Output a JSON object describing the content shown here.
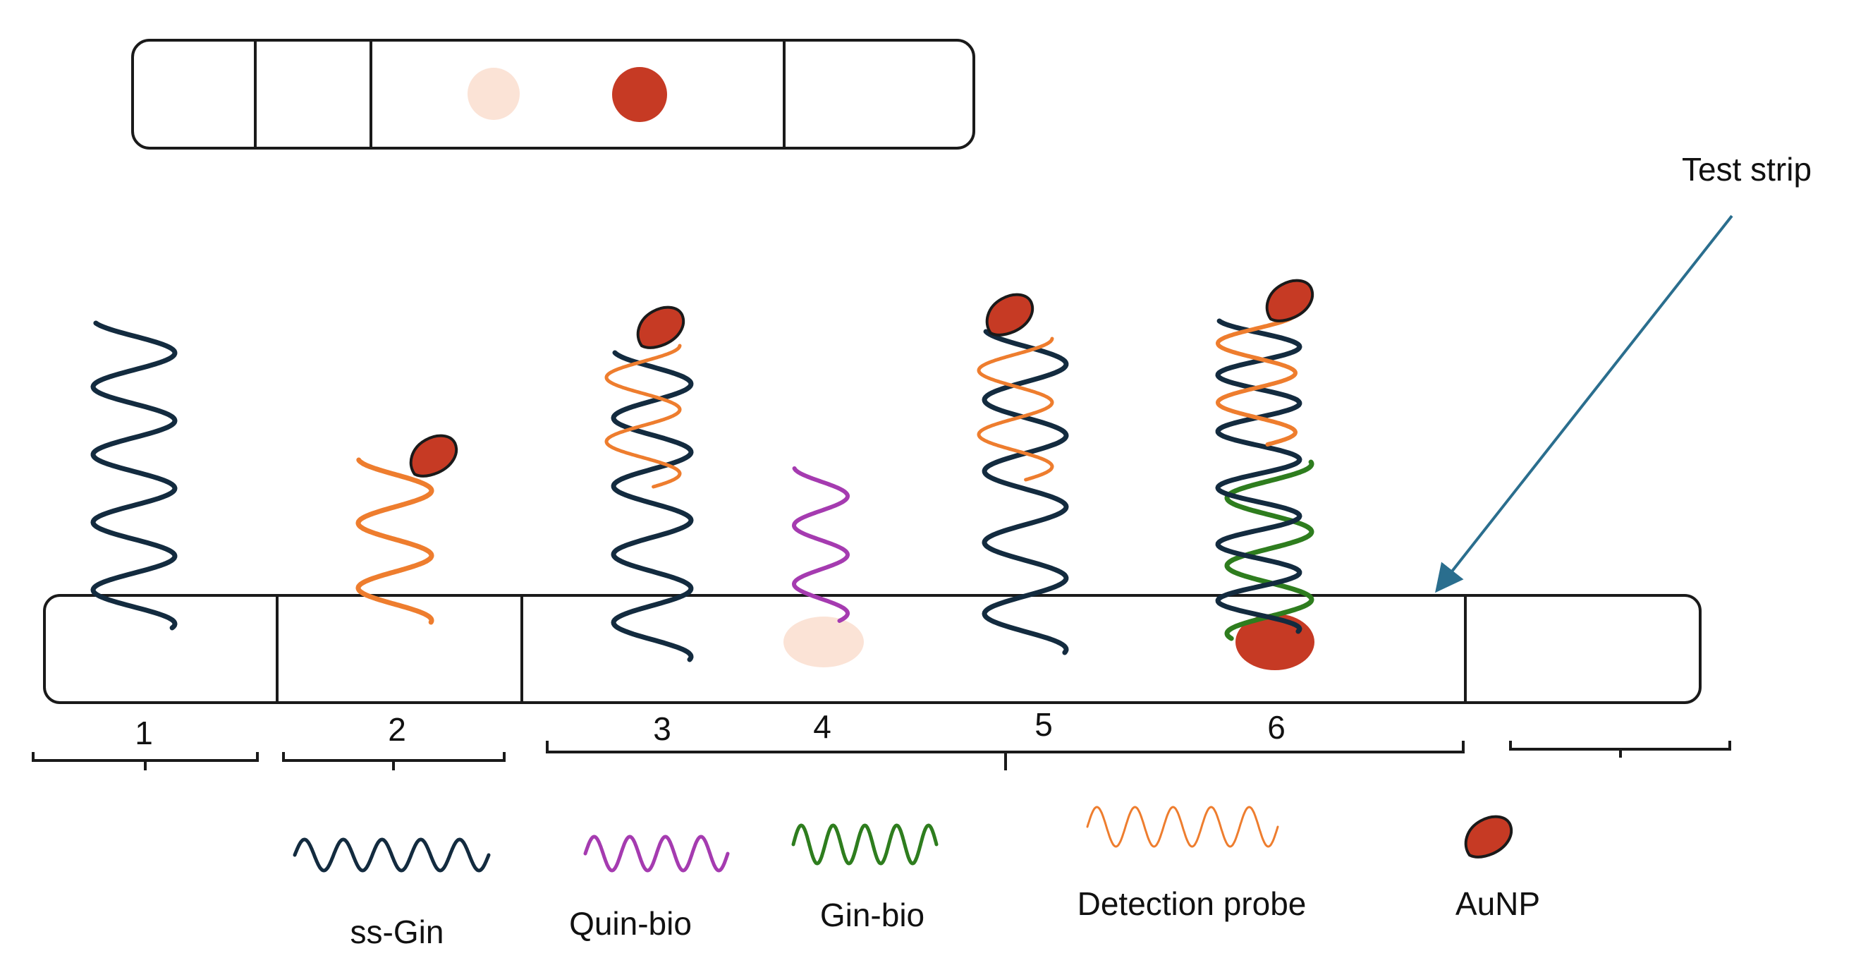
{
  "callout": {
    "label": "Test strip"
  },
  "zones": [
    {
      "number": "1"
    },
    {
      "number": "2"
    },
    {
      "number": "3"
    },
    {
      "number": "4"
    },
    {
      "number": "5"
    },
    {
      "number": "6"
    }
  ],
  "legend": [
    {
      "key": "ss_gin",
      "label": "ss-Gin",
      "color": "#132b3f"
    },
    {
      "key": "quin_bio",
      "label": "Quin-bio",
      "color": "#a53bb0"
    },
    {
      "key": "gin_bio",
      "label": "Gin-bio",
      "color": "#2e7d1e"
    },
    {
      "key": "detection_probe",
      "label": "Detection probe",
      "color": "#ee7d2e"
    },
    {
      "key": "aunp",
      "label": "AuNP",
      "color": "#c63a24"
    }
  ],
  "colors": {
    "outline": "#1a1a1a",
    "test_dot": "#c63a24",
    "control_dot": "#fbe3d6",
    "arrow": "#2a6e8e"
  }
}
